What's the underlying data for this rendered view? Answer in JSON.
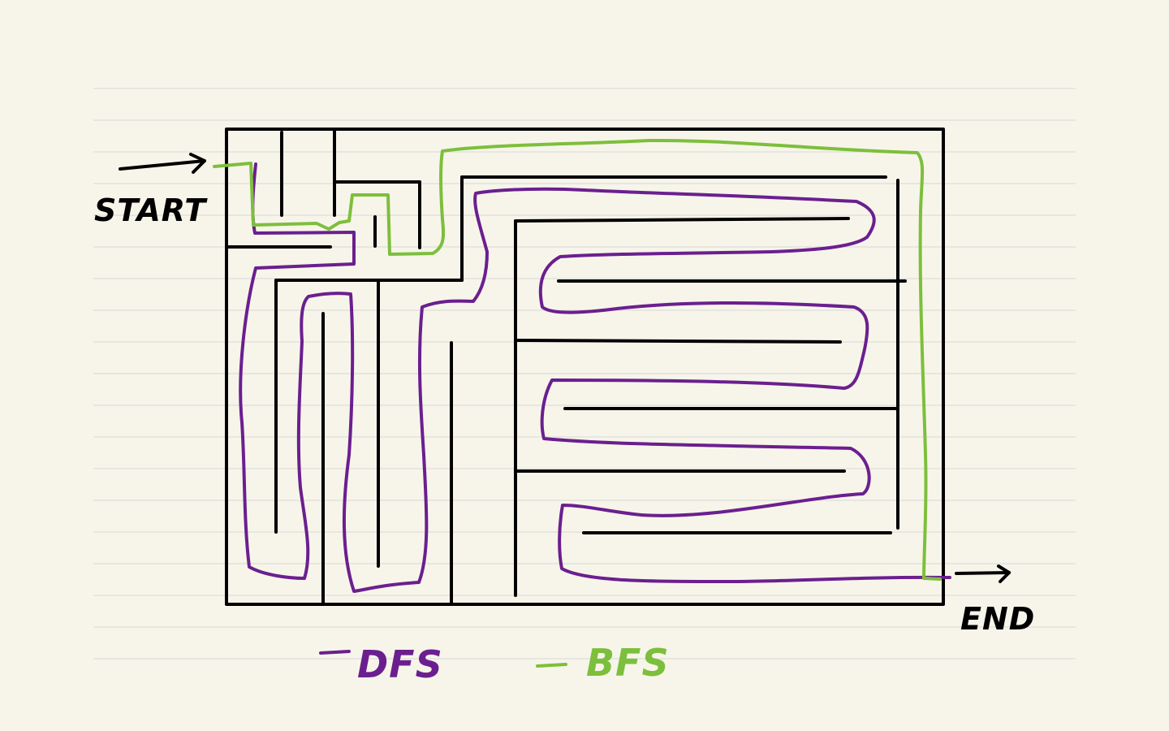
{
  "labels": {
    "start": "START",
    "end": "END"
  },
  "legend": [
    {
      "label": "DFS",
      "color": "#6b1f8f"
    },
    {
      "label": "BFS",
      "color": "#7dbf3c"
    }
  ],
  "colors": {
    "paper": "#f7f5ea",
    "ink": "#000000",
    "dfs": "#6b1f8f",
    "bfs": "#7dbf3c"
  }
}
